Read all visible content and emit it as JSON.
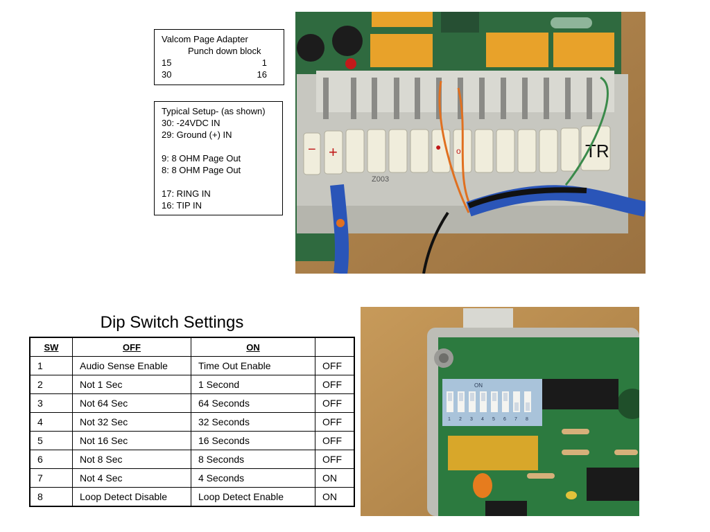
{
  "adapter_box": {
    "title": "Valcom Page Adapter",
    "subtitle": "Punch down block",
    "row1": {
      "left": "15",
      "right": "1"
    },
    "row2": {
      "left": "30",
      "right": "16"
    }
  },
  "setup_box": {
    "lines": [
      "Typical Setup- (as shown)",
      "30: -24VDC IN",
      "29: Ground (+) IN",
      "",
      "9: 8 OHM Page Out",
      "8: 8 OHM Page Out",
      "",
      "17: RING IN",
      "16: TIP IN"
    ]
  },
  "dip_table": {
    "title": "Dip Switch Settings",
    "headers": [
      "SW",
      "OFF",
      "ON",
      ""
    ],
    "rows": [
      [
        "1",
        "Audio Sense Enable",
        "Time Out Enable",
        "OFF"
      ],
      [
        "2",
        "Not 1 Sec",
        "1 Second",
        "OFF"
      ],
      [
        "3",
        "Not 64 Sec",
        "64 Seconds",
        "OFF"
      ],
      [
        "4",
        "Not 32 Sec",
        "32 Seconds",
        "OFF"
      ],
      [
        "5",
        "Not 16 Sec",
        "16 Seconds",
        "OFF"
      ],
      [
        "6",
        "Not 8 Sec",
        "8 Seconds",
        "OFF"
      ],
      [
        "7",
        "Not 4 Sec",
        "4 Seconds",
        "ON"
      ],
      [
        "8",
        "Loop Detect Disable",
        "Loop Detect Enable",
        "ON"
      ]
    ]
  },
  "photo_labels": {
    "dip_on": "ON",
    "dip_numbers": [
      "1",
      "2",
      "3",
      "4",
      "5",
      "6",
      "7",
      "8"
    ],
    "board_code": "Z003"
  }
}
